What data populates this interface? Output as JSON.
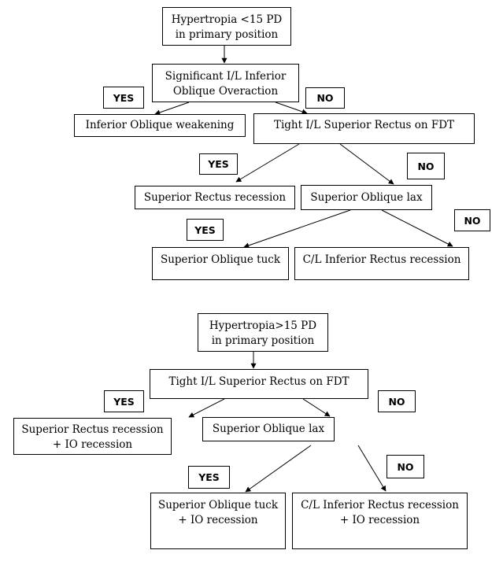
{
  "flowchart1": {
    "start": "Hypertropia <15 PD\nin primary position",
    "q1": "Significant I/L Inferior\nOblique Overaction",
    "yes1_label": "YES",
    "no1_label": "NO",
    "io_weakening": "Inferior Oblique weakening",
    "q2": "Tight I/L Superior Rectus on FDT",
    "yes2_label": "YES",
    "no2_label": "NO",
    "sr_recession": "Superior Rectus recession",
    "so_lax": "Superior Oblique lax",
    "yes3_label": "YES",
    "no3_label": "NO",
    "so_tuck": "Superior Oblique tuck",
    "cl_ir_recession": "C/L Inferior Rectus recession"
  },
  "flowchart2": {
    "start": "Hypertropia>15 PD\nin primary position",
    "q1": "Tight I/L Superior Rectus on FDT",
    "yes1_label": "YES",
    "no1_label": "NO",
    "sr_io_recession": "Superior Rectus recession\n+ IO recession",
    "so_lax": "Superior Oblique lax",
    "yes2_label": "YES",
    "no2_label": "NO",
    "so_tuck_io": "Superior Oblique tuck\n+ IO recession",
    "cl_ir_io": "C/L Inferior Rectus recession\n+ IO recession"
  }
}
